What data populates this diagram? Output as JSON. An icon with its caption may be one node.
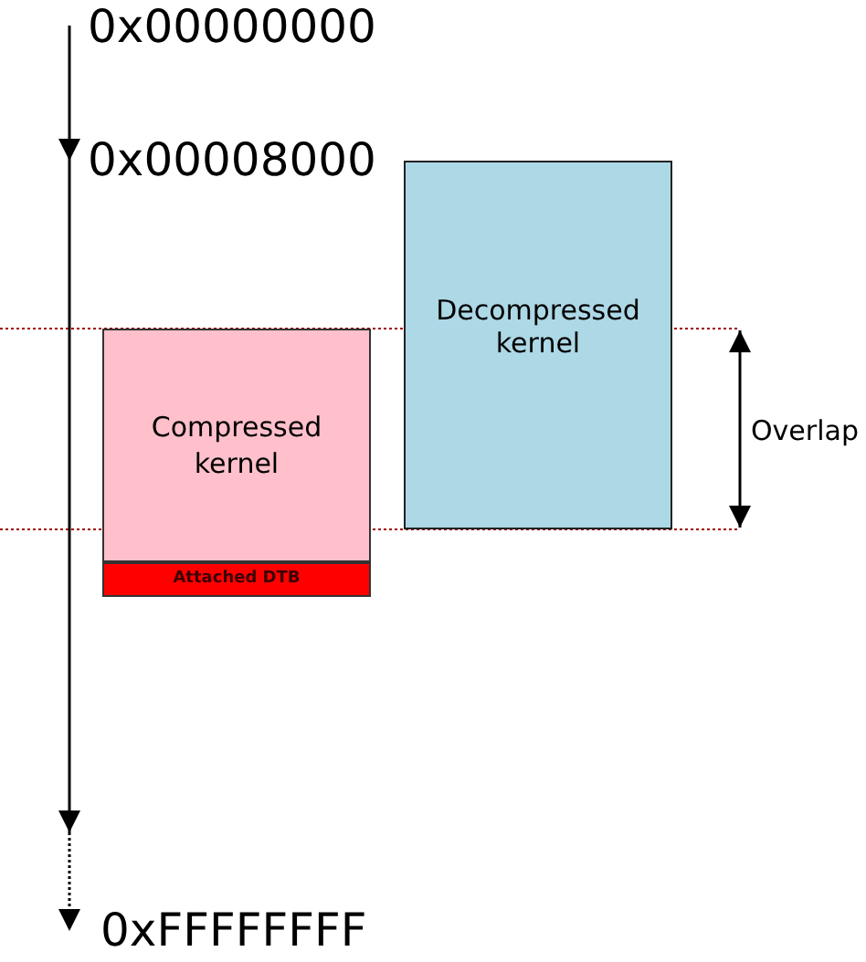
{
  "diagram": {
    "nodes": [
      {
        "text": [
          "Compressed kernel"
        ]
      },
      {
        "text": [
          "Attached DTB"
        ]
      },
      {
        "text": [
          "Decompressed kernel"
        ]
      }
    ],
    "labels": [
      "0x00000000",
      "0x00008000",
      "0xFFFFFFFF",
      "Overlap"
    ]
  }
}
